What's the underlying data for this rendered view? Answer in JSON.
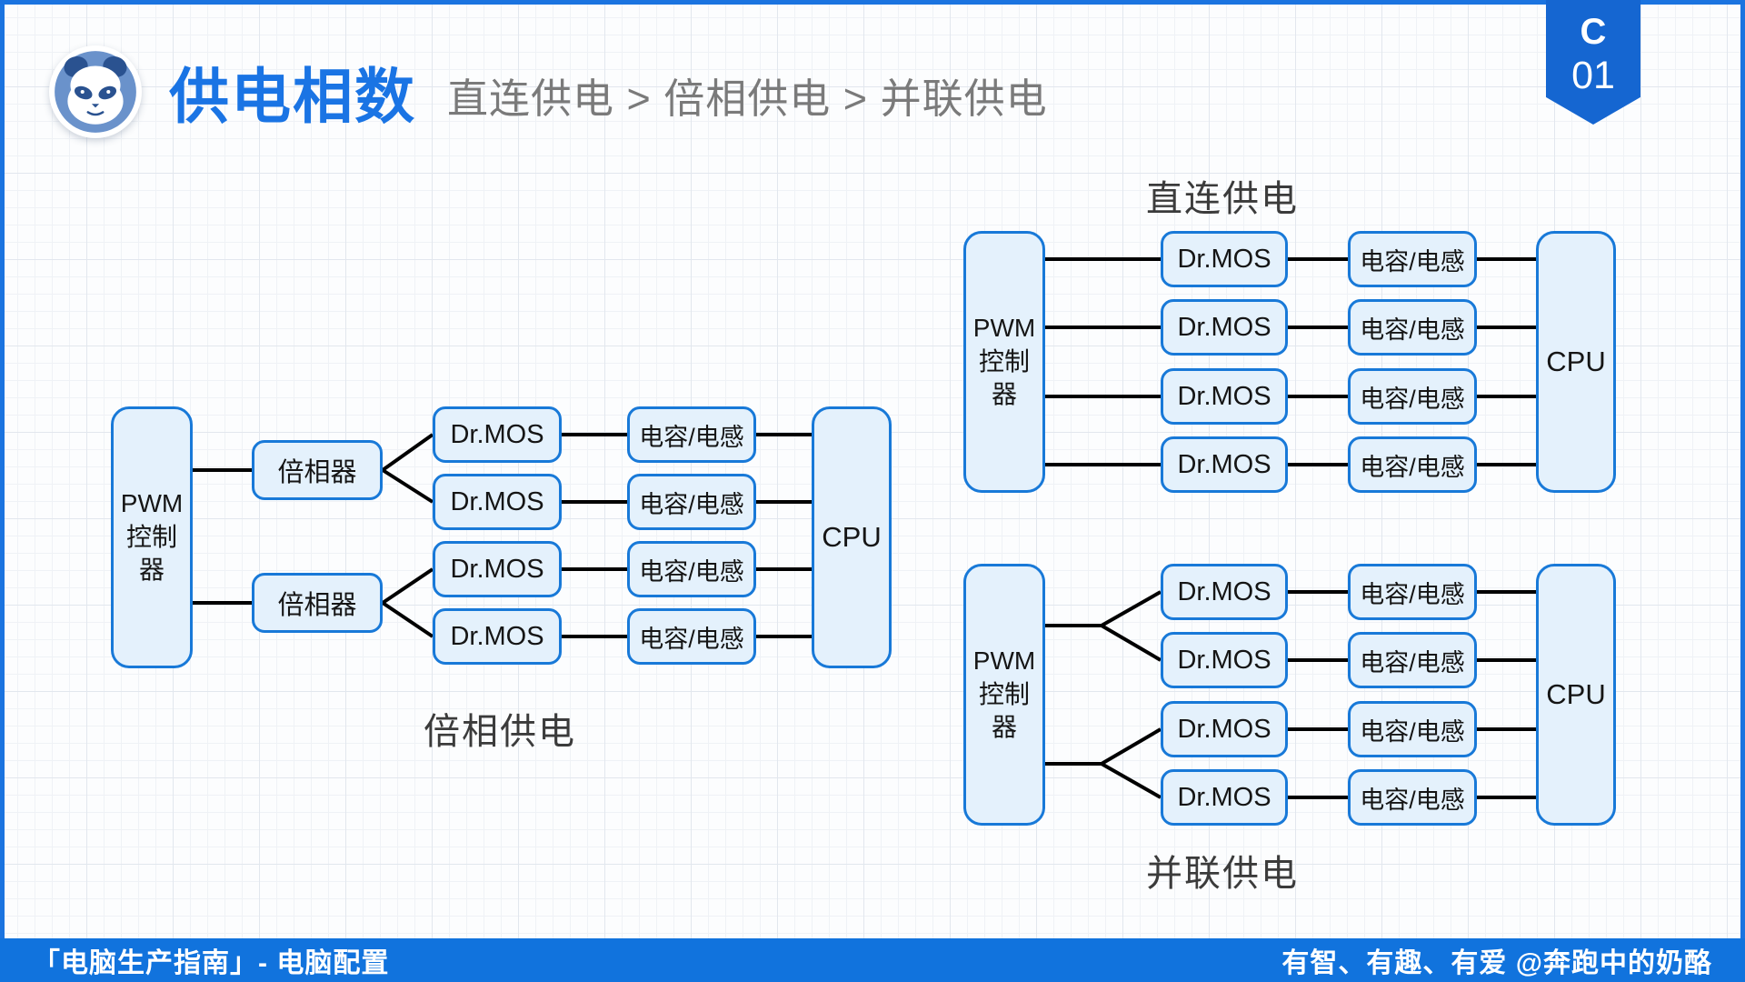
{
  "header": {
    "title": "供电相数",
    "subtitle": "直连供电 > 倍相供电 > 并联供电"
  },
  "badge": {
    "letter": "C",
    "number": "01"
  },
  "blocks": {
    "pwm_lines": [
      "PWM",
      "控制",
      "器"
    ],
    "drmos": "Dr.MOS",
    "cap_ind": "电容/电感",
    "cpu": "CPU",
    "doubler": "倍相器"
  },
  "diagrams": {
    "direct": {
      "title": "直连供电"
    },
    "doubled": {
      "title": "倍相供电"
    },
    "parallel": {
      "title": "并联供电"
    }
  },
  "footer": {
    "left": "「电脑生产指南」-  电脑配置",
    "right": "有智、有趣、有爱  @奔跑中的奶酪"
  },
  "colors": {
    "accent_blue": "#1b74e0",
    "box_border": "#1879d8",
    "box_fill": "#e4f1fc",
    "wire_black": "#000000",
    "title_blue": "#1a74e4",
    "subtitle_gray": "#7a7a7a",
    "footer_blue": "#1173dd",
    "badge_blue": "#1566d1"
  }
}
